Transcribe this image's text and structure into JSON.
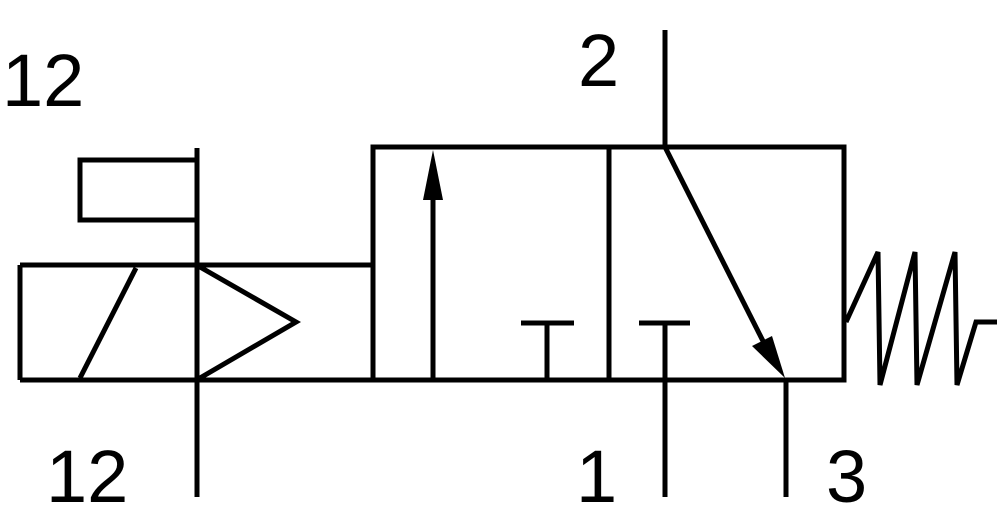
{
  "labels": {
    "port_12_top": "12",
    "port_12_bottom": "12",
    "port_2": "2",
    "port_1": "1",
    "port_3": "3"
  },
  "colors": {
    "line": "#000000",
    "background": "#ffffff"
  }
}
